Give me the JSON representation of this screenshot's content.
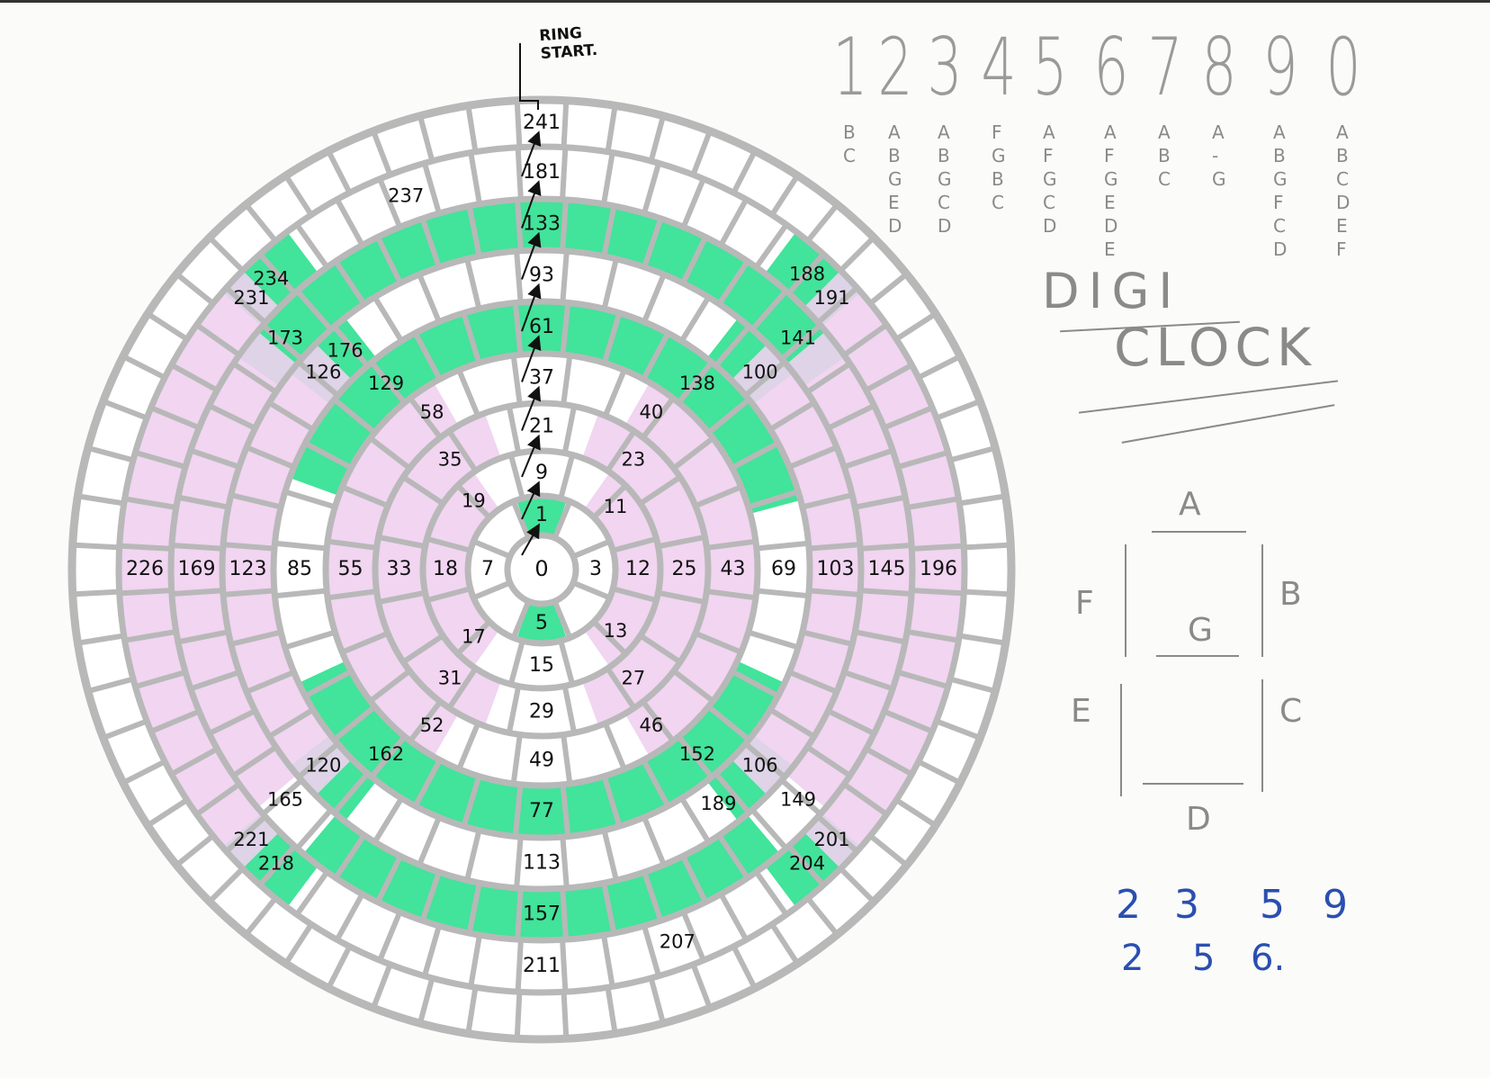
{
  "ring_start_label": [
    "RING",
    "START."
  ],
  "title": [
    "DIGI",
    "CLOCK"
  ],
  "center_number": "0",
  "spine_up": [
    "1",
    "9",
    "21",
    "37",
    "61",
    "93",
    "133",
    "181",
    "241"
  ],
  "spine_down": [
    "5",
    "15",
    "29",
    "49",
    "77",
    "113",
    "157",
    "211"
  ],
  "spine_left": [
    "7",
    "18",
    "33",
    "55",
    "85",
    "123",
    "169",
    "226"
  ],
  "spine_right": [
    "3",
    "12",
    "25",
    "43",
    "69",
    "103",
    "145",
    "196"
  ],
  "diagonal_labels": [
    "11",
    "13",
    "17",
    "19",
    "23",
    "27",
    "31",
    "35",
    "40",
    "46",
    "52",
    "58",
    "100",
    "106",
    "120",
    "126",
    "141",
    "149",
    "165",
    "173",
    "191",
    "201",
    "221",
    "231",
    "129",
    "138",
    "152",
    "162",
    "176",
    "188",
    "204",
    "218",
    "234",
    "237",
    "189",
    "207"
  ],
  "digits": [
    {
      "digit": "1",
      "segments": [
        "B",
        "C"
      ]
    },
    {
      "digit": "2",
      "segments": [
        "A",
        "B",
        "G",
        "E",
        "D"
      ]
    },
    {
      "digit": "3",
      "segments": [
        "A",
        "B",
        "G",
        "C",
        "D"
      ]
    },
    {
      "digit": "4",
      "segments": [
        "F",
        "G",
        "B",
        "C"
      ]
    },
    {
      "digit": "5",
      "segments": [
        "A",
        "F",
        "G",
        "C",
        "D"
      ]
    },
    {
      "digit": "6",
      "segments": [
        "A",
        "F",
        "G",
        "E",
        "D",
        "E"
      ]
    },
    {
      "digit": "7",
      "segments": [
        "A",
        "B",
        "C"
      ]
    },
    {
      "digit": "8",
      "segments": [
        "A",
        "-",
        "G"
      ]
    },
    {
      "digit": "9",
      "segments": [
        "A",
        "B",
        "G",
        "F",
        "C",
        "D"
      ]
    },
    {
      "digit": "0",
      "segments": [
        "A",
        "B",
        "C",
        "D",
        "E",
        "F"
      ]
    }
  ],
  "segment_labels": {
    "a": "A",
    "b": "B",
    "c": "C",
    "d": "D",
    "e": "E",
    "f": "F",
    "g": "G"
  },
  "blue_notes": [
    [
      "2",
      "3",
      "5",
      "9"
    ],
    [
      "2",
      "5",
      "6."
    ]
  ],
  "colors": {
    "green": "#2ee08f",
    "pink": "#f0d0f0",
    "grid": "#b8b8b8",
    "pencil": "#8a8a8a",
    "ink": "#111111",
    "blue": "#2a4fb0"
  }
}
